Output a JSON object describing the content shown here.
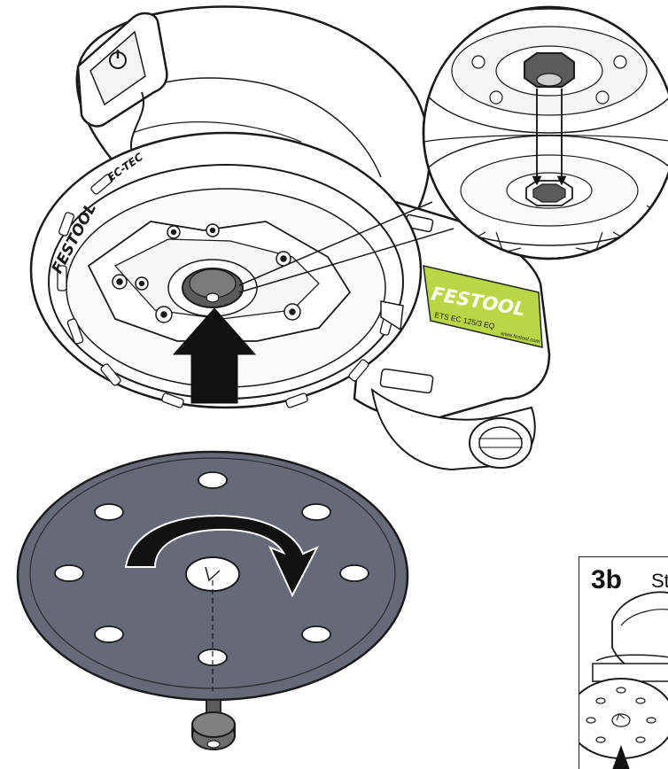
{
  "tool": {
    "brand_logo": "FESTOOL",
    "ring_brand": "FESTOOL",
    "ring_model": "EC-TEC",
    "side_model": "ETS EC 125/3 EQ",
    "fine_print": "www.festool.com",
    "power_icon": "power-icon"
  },
  "inset_3b": {
    "label": "3b",
    "caption": "Stic"
  },
  "colors": {
    "pad": "#666a78",
    "brand_green": "#b6d53c",
    "outline": "#1a1a1a",
    "hub": "#5b5b5b"
  }
}
